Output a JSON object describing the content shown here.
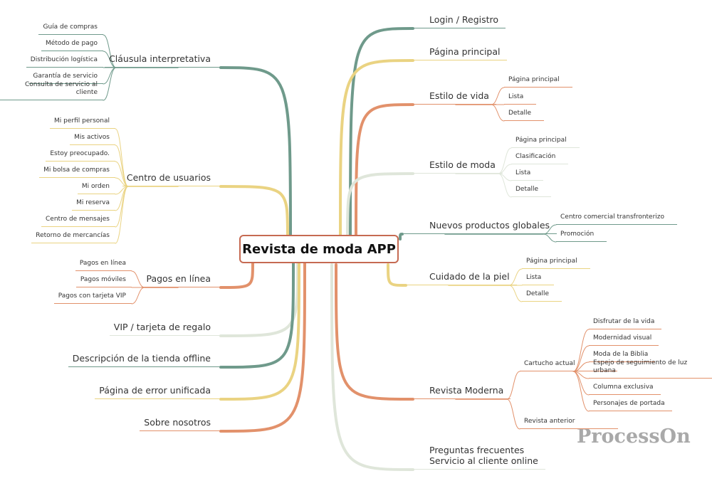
{
  "title": "Revista de moda APP",
  "watermark": "ProcessOn",
  "colors": {
    "teal": "#6f9a8b",
    "yellow": "#ead382",
    "orange": "#e2916b",
    "light": "#dfe6da"
  },
  "left": [
    {
      "label": "Cláusula interpretativa",
      "children": [
        "Guía de compras",
        "Método de pago",
        "Distribución logística",
        "Garantía de servicio",
        "Consulta de servicio al cliente"
      ]
    },
    {
      "label": "Centro de usuarios",
      "children": [
        "Mi perfil personal",
        "Mis activos",
        "Estoy preocupado.",
        "Mi bolsa de compras",
        "Mi orden",
        "Mi reserva",
        "Centro de mensajes",
        "Retorno de mercancías"
      ]
    },
    {
      "label": "Pagos en línea",
      "children": [
        "Pagos en línea",
        "Pagos móviles",
        "Pagos con tarjeta VIP"
      ]
    },
    {
      "label": "VIP / tarjeta de regalo",
      "children": []
    },
    {
      "label": "Descripción de la tienda offline",
      "children": []
    },
    {
      "label": "Página de error unificada",
      "children": []
    },
    {
      "label": "Sobre nosotros",
      "children": []
    }
  ],
  "right": [
    {
      "label": "Login / Registro",
      "children": []
    },
    {
      "label": "Página principal",
      "children": []
    },
    {
      "label": "Estilo de vida",
      "children": [
        "Página principal",
        "Lista",
        "Detalle"
      ]
    },
    {
      "label": "Estilo de moda",
      "children": [
        "Página principal",
        "Clasificación",
        "Lista",
        "Detalle"
      ]
    },
    {
      "label": "Nuevos productos globales",
      "children": [
        "Centro comercial transfronterizo",
        "Promoción"
      ]
    },
    {
      "label": "Cuidado de la piel",
      "children": [
        "Página principal",
        "Lista",
        "Detalle"
      ]
    },
    {
      "label": "Revista Moderna",
      "children": [
        "Cartucho actual",
        "Revista anterior"
      ],
      "grandchildren": [
        "Disfrutar de la vida",
        "Modernidad visual",
        "Moda de la Biblia",
        "Espejo de seguimiento de luz urbana",
        "Columna exclusiva",
        "Personajes de portada"
      ]
    },
    {
      "label": "Preguntas frecuentes\nServicio al cliente online",
      "children": []
    }
  ]
}
